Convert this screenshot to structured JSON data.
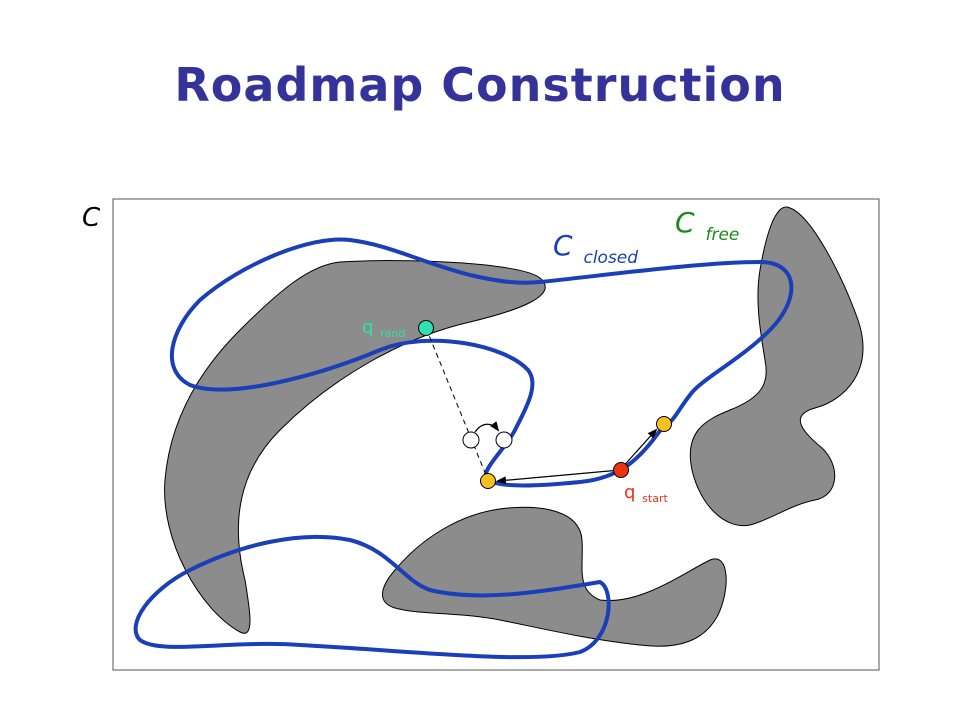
{
  "title": "Roadmap Construction",
  "labels": {
    "c_space": "C",
    "c_free_main": "C",
    "c_free_sub": "free",
    "c_closed_main": "C",
    "c_closed_sub": "closed",
    "q_rand_main": "q",
    "q_rand_sub": "rand",
    "q_start_main": "q",
    "q_start_sub": "start"
  },
  "colors": {
    "title": "#33339a",
    "obstacle": "#8c8c8c",
    "path": "#1a3fb8",
    "c_free": "#1a8a1a",
    "c_closed": "#1a3fb8",
    "q_rand": "#2fe0b0",
    "q_start": "#ee3311",
    "milestone": "#f5c020",
    "candidate": "#ffffff"
  },
  "icons": {
    "q_rand_node": "filled-circle",
    "q_start_node": "filled-circle",
    "milestone_node": "filled-circle",
    "candidate_node": "hollow-circle",
    "edge_arrow": "arrow-head"
  }
}
